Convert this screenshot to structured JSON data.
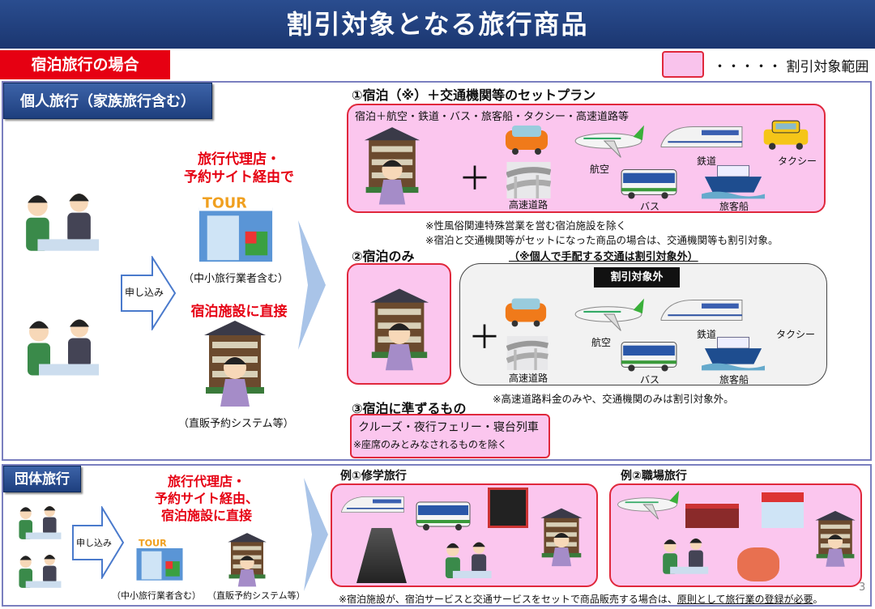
{
  "title": "割引対象となる旅行商品",
  "case_label": "宿泊旅行の場合",
  "legend": {
    "text": "・・・・・ 割引対象範囲",
    "color": "#fbc6ee"
  },
  "individual": {
    "tag": "個人旅行（家族旅行含む）",
    "apply": "申し込み",
    "agency_line1": "旅行代理店・",
    "agency_line2": "予約サイト経由で",
    "agency_note": "（中小旅行業者含む）",
    "direct": "宿泊施設に直接",
    "direct_note": "（直販予約システム等）",
    "tour_logo": "TOUR",
    "plan1": {
      "title": "①宿泊（※）＋交通機関等のセットプラン",
      "box_caption": "宿泊＋航空・鉄道・バス・旅客船・タクシー・高速道路等",
      "labels": {
        "air": "航空",
        "rail": "鉄道",
        "taxi": "タクシー",
        "highway": "高速道路",
        "bus": "バス",
        "ship": "旅客船"
      },
      "note1": "※性風俗関連特殊営業を営む宿泊施設を除く",
      "note2": "※宿泊と交通機関等がセットになった商品の場合は、交通機関等も割引対象。"
    },
    "plan2": {
      "title": "②宿泊のみ",
      "subtitle": "（※個人で手配する交通は割引対象外）",
      "excluded": "割引対象外",
      "labels": {
        "air": "航空",
        "rail": "鉄道",
        "taxi": "タクシー",
        "highway": "高速道路",
        "bus": "バス",
        "ship": "旅客船"
      },
      "note": "※高速道路料金のみや、交通機関のみは割引対象外。"
    },
    "plan3": {
      "title": "③宿泊に準ずるもの",
      "line1": "クルーズ・夜行フェリー・寝台列車",
      "line2": "※座席のみとみなされるものを除く"
    }
  },
  "group": {
    "tag": "団体旅行",
    "apply": "申し込み",
    "red_line1": "旅行代理店・",
    "red_line2": "予約サイト経由、",
    "red_line3": "宿泊施設に直接",
    "agency_note": "（中小旅行業者含む）",
    "direct_note": "（直販予約システム等）",
    "tour_logo": "TOUR",
    "example1": "例①修学旅行",
    "example2": "例②職場旅行",
    "footnote_a": "※宿泊施設が、宿泊サービスと交通サービスをセットで商品販売する場合は、",
    "footnote_b": "原則として旅行業の登録が必要",
    "footnote_c": "。"
  },
  "page_number": "3"
}
